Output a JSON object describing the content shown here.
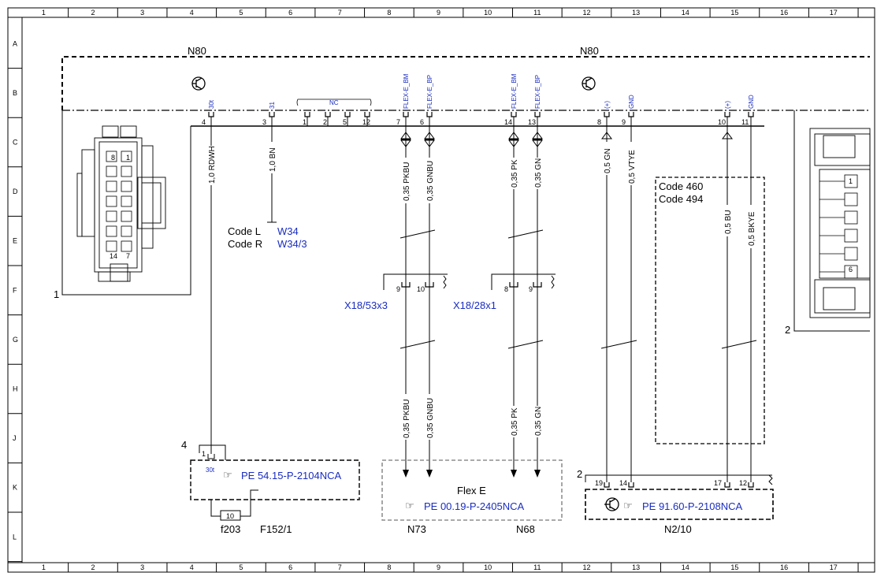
{
  "grid": {
    "columns": [
      "1",
      "2",
      "3",
      "4",
      "5",
      "6",
      "7",
      "8",
      "9",
      "10",
      "11",
      "12",
      "13",
      "14",
      "15",
      "16",
      "17"
    ],
    "rows": [
      "A",
      "B",
      "C",
      "D",
      "E",
      "F",
      "G",
      "H",
      "J",
      "K",
      "L"
    ]
  },
  "components": {
    "n80_left_label": "N80",
    "n80_right_label": "N80",
    "n80_number": "1",
    "right_connector_number": "2",
    "w_code_l_prefix": "Code L",
    "w_code_l_ref": "W34",
    "w_code_r_prefix": "Code R",
    "w_code_r_ref": "W34/3",
    "x18_53": "X18/53x3",
    "x18_28": "X18/28x1",
    "code460": "Code 460",
    "code494": "Code 494",
    "f152_ref": "PE 54.15-P-2104NCA",
    "f152_num": "4",
    "f152_pin1": "1",
    "f152_pin_sig": "30t",
    "fuse_number": "10",
    "f203": "f203",
    "f152_label": "F152/1",
    "flex_title": "Flex E",
    "flex_ref": "PE 00.19-P-2405NCA",
    "n73": "N73",
    "n68": "N68",
    "n2_num": "2",
    "n2_ref": "PE 91.60-P-2108NCA",
    "n2_label": "N2/10"
  },
  "n80_pins": [
    {
      "num": "4",
      "signal": "30t"
    },
    {
      "num": "3",
      "signal": "31"
    },
    {
      "num": "1",
      "signal": ""
    },
    {
      "num": "2",
      "signal": ""
    },
    {
      "num": "5",
      "signal": ""
    },
    {
      "num": "12",
      "signal": ""
    },
    {
      "num": "7",
      "signal": "FLEX-E_BM"
    },
    {
      "num": "6",
      "signal": "FLEX-E_BP"
    },
    {
      "num": "14",
      "signal": "FLEX-E_BM"
    },
    {
      "num": "13",
      "signal": "FLEX-E_BP"
    },
    {
      "num": "8",
      "signal": "(+)"
    },
    {
      "num": "9",
      "signal": "GND"
    },
    {
      "num": "10",
      "signal": "(+)"
    },
    {
      "num": "11",
      "signal": "GND"
    }
  ],
  "nc_label": "NC",
  "wires_top": [
    "1,0 RDWH",
    "1,0 BN",
    "0,35 PKBU",
    "0,35 GNBU",
    "0,35 PK",
    "0,35 GN",
    "0,5 GN",
    "0,5 VTYE",
    "0,5 BU",
    "0,5 BKYE"
  ],
  "wires_bottom": [
    "0,35 PKBU",
    "0,35 GNBU",
    "0,35 PK",
    "0,35 GN"
  ],
  "x18_pins": [
    "9",
    "10",
    "8",
    "9"
  ],
  "n2_pins": [
    "19",
    "14",
    "17",
    "12"
  ],
  "connector1_pins": [
    "8",
    "1",
    "14",
    "7"
  ],
  "connector2_pins": [
    "1",
    "6"
  ]
}
